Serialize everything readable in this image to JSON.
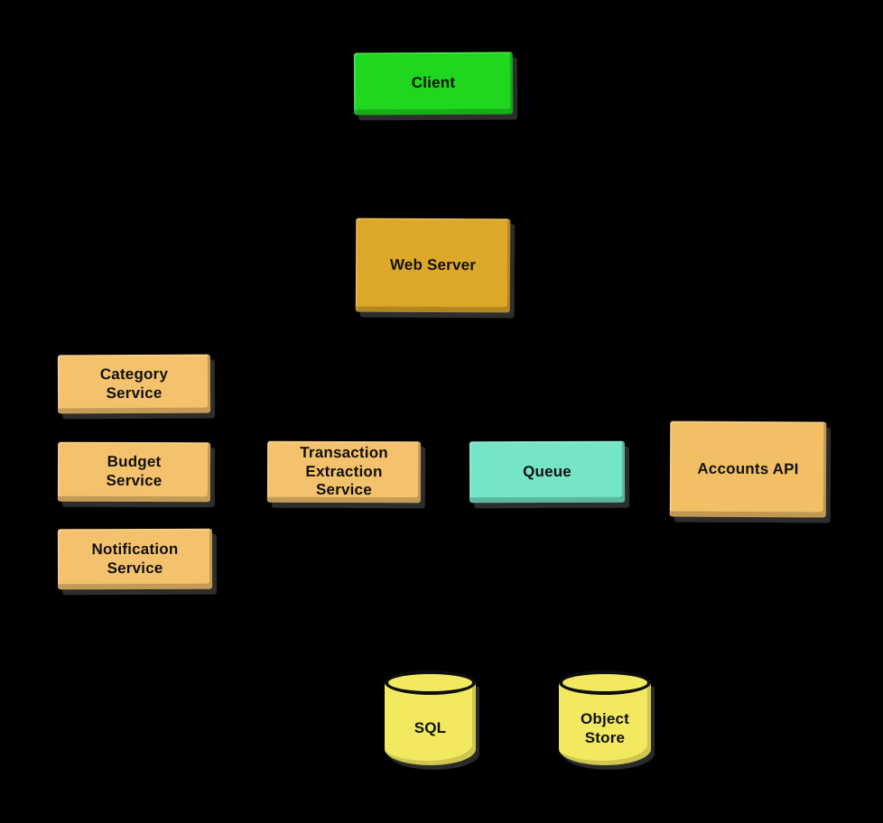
{
  "diagram": {
    "background": "#000000",
    "text_color": "#111111",
    "nodes": {
      "client": {
        "label": "Client",
        "fill": "#1ed71e",
        "shape": "box"
      },
      "web_server": {
        "label": "Web Server",
        "fill": "#dda829",
        "shape": "box"
      },
      "category_service": {
        "label": "Category\nService",
        "fill": "#f4c26c",
        "shape": "box"
      },
      "budget_service": {
        "label": "Budget\nService",
        "fill": "#f4c26c",
        "shape": "box"
      },
      "notification_service": {
        "label": "Notification\nService",
        "fill": "#f4c26c",
        "shape": "box"
      },
      "transaction_extraction_service": {
        "label": "Transaction\nExtraction\nService",
        "fill": "#f4c26c",
        "shape": "box"
      },
      "queue": {
        "label": "Queue",
        "fill": "#74e5c6",
        "shape": "box"
      },
      "accounts_api": {
        "label": "Accounts API",
        "fill": "#f2bf64",
        "shape": "box"
      },
      "sql": {
        "label": "SQL",
        "fill": "#f2e960",
        "shape": "cylinder"
      },
      "object_store": {
        "label": "Object\nStore",
        "fill": "#f2e960",
        "shape": "cylinder"
      }
    }
  }
}
